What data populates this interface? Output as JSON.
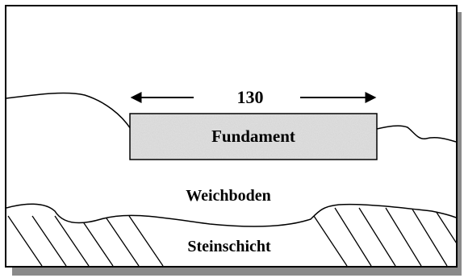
{
  "diagram": {
    "dimension_label": "130",
    "foundation_label": "Fundament",
    "soft_soil_label": "Weichboden",
    "rock_layer_label": "Steinschicht"
  },
  "colors": {
    "ink": "#000000",
    "frame_shadow": "#8a8a8a",
    "foundation_fill": "#e0e0e0",
    "background": "#ffffff"
  }
}
